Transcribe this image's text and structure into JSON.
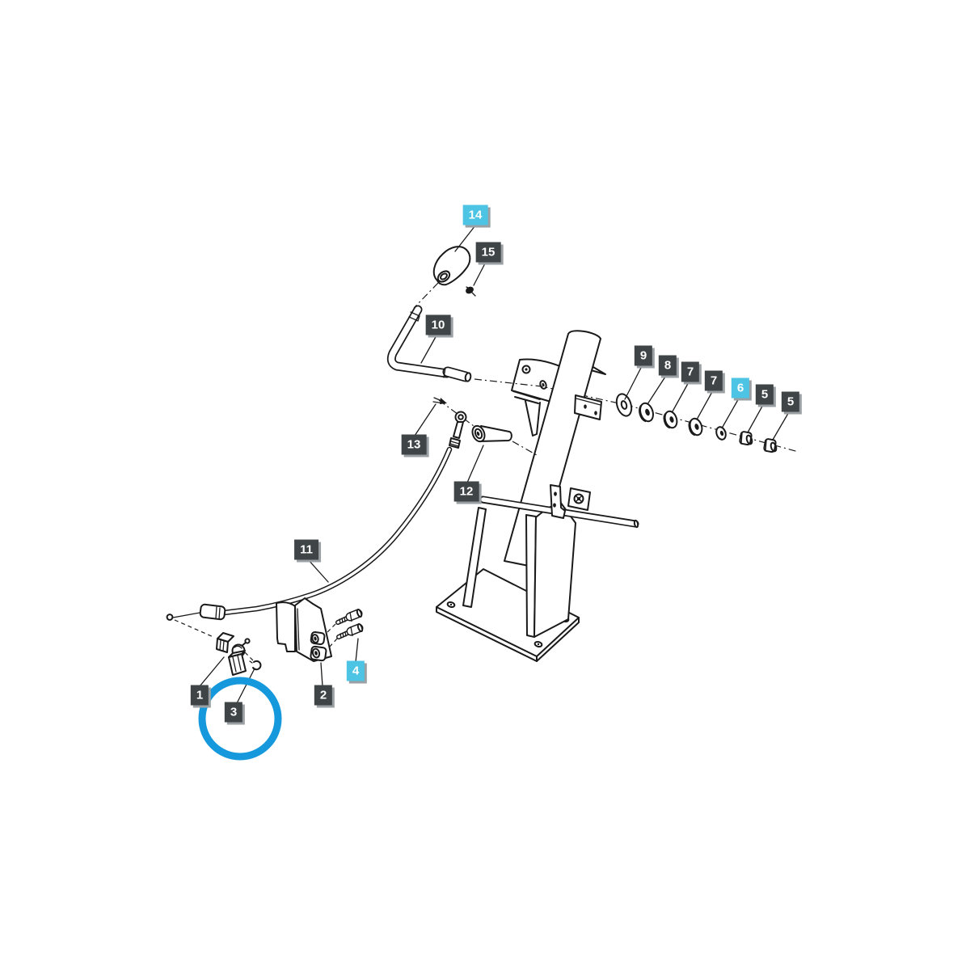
{
  "figure": {
    "kind": "exploded-parts-diagram",
    "background": "#ffffff"
  },
  "colors": {
    "line": "#1a1a1a",
    "label_bg": "#3f4447",
    "label_fg": "#ffffff",
    "label_shadow": "#9aa0a3",
    "accent_cyan": "#4ec4e4",
    "highlight_blue": "#1599dc",
    "page_bg": "#ffffff"
  },
  "labels": [
    {
      "text": "14",
      "highlighted": true
    },
    {
      "text": "15",
      "highlighted": false
    },
    {
      "text": "10",
      "highlighted": false
    },
    {
      "text": "9",
      "highlighted": false
    },
    {
      "text": "8",
      "highlighted": false
    },
    {
      "text": "7",
      "highlighted": false
    },
    {
      "text": "7",
      "highlighted": false
    },
    {
      "text": "6",
      "highlighted": true
    },
    {
      "text": "5",
      "highlighted": false
    },
    {
      "text": "5",
      "highlighted": false
    },
    {
      "text": "13",
      "highlighted": false
    },
    {
      "text": "12",
      "highlighted": false
    },
    {
      "text": "11",
      "highlighted": false
    },
    {
      "text": "4",
      "highlighted": true
    },
    {
      "text": "2",
      "highlighted": false
    },
    {
      "text": "1",
      "highlighted": false
    },
    {
      "text": "3",
      "highlighted": false,
      "circled": true
    }
  ],
  "highlight": {
    "type": "circle",
    "around_label": "3"
  }
}
